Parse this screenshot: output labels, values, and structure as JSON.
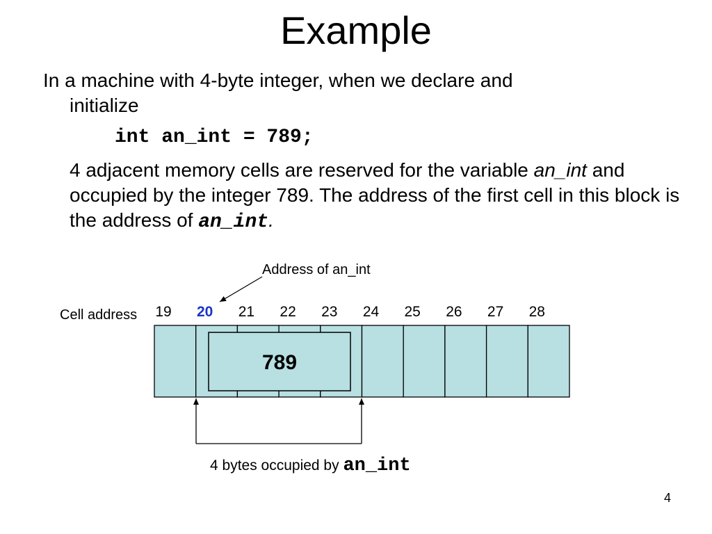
{
  "slide": {
    "title": "Example",
    "para1_line1": "In a machine with 4-byte integer, when we declare and",
    "para1_line2": "initialize",
    "code": "int an_int = 789;",
    "para2_part1": "4 adjacent memory cells are reserved for the variable",
    "para2_italic": "an_int",
    "para2_part2": " and occupied by the integer 789. The address of the first cell in this block is the address of ",
    "para2_code": "an_int",
    "para2_end": ".",
    "page_number": "4"
  },
  "diagram": {
    "address_label": "Address of an_int",
    "cell_address_label": "Cell address",
    "cells": [
      "19",
      "20",
      "21",
      "22",
      "23",
      "24",
      "25",
      "26",
      "27",
      "28"
    ],
    "highlighted_cell": "20",
    "stored_value": "789",
    "bytes_label_prefix": "4 bytes occupied by ",
    "bytes_label_code": "an_int",
    "colors": {
      "cell_fill": "#b8dfe2",
      "highlight_text": "#1a35c4",
      "stroke": "#000000"
    }
  }
}
